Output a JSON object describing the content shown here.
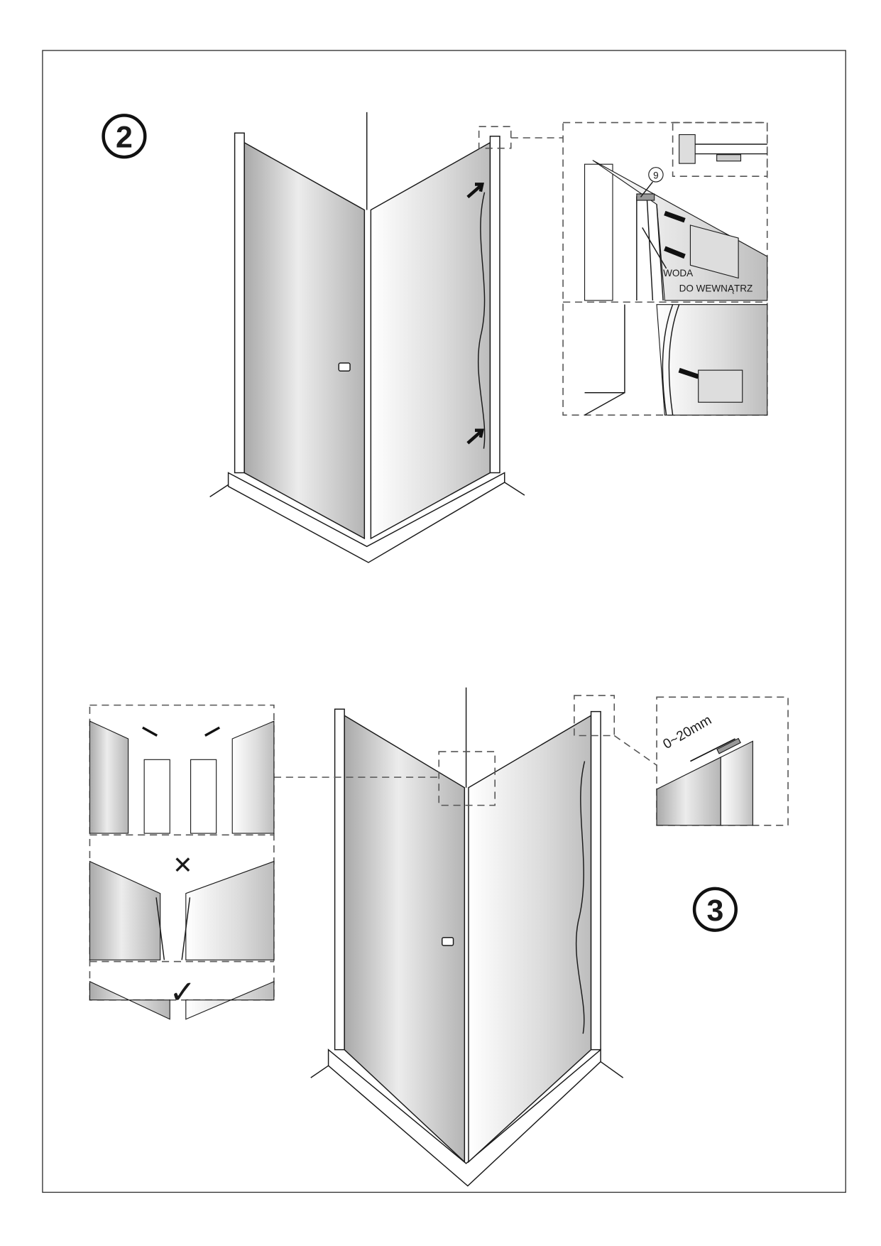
{
  "steps": {
    "step2": {
      "number": "2"
    },
    "step3": {
      "number": "3"
    }
  },
  "step2_detail": {
    "part_number": "9",
    "label_line1": "WODA",
    "label_line2": "DO WEWNĄTRZ"
  },
  "step3_detail": {
    "adjustment_range": "0~20mm",
    "wrong_mark": "✕",
    "correct_mark": "✓"
  },
  "colors": {
    "line": "#1a1a1a",
    "glass_dark": "#b8b8b8",
    "glass_light": "#ffffff"
  }
}
